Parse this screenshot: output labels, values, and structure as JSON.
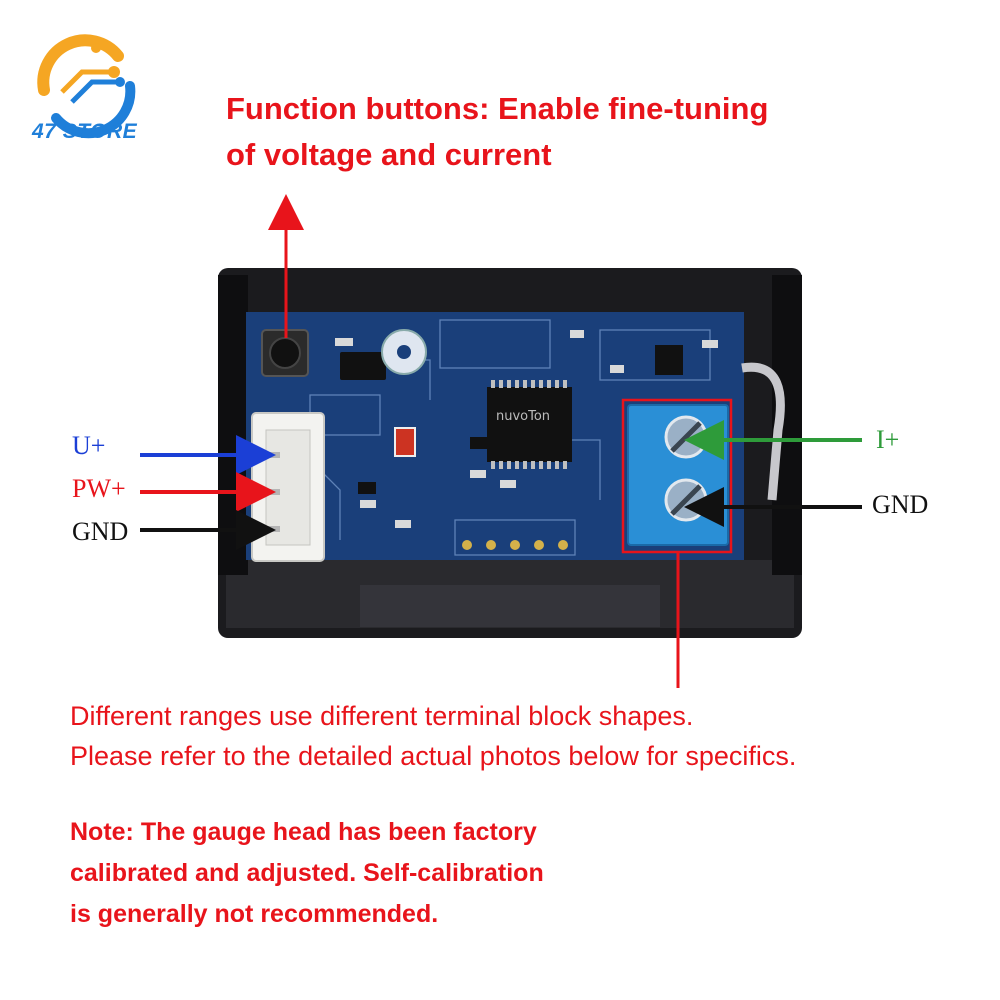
{
  "brand": {
    "logo_text": "47 STORE",
    "colors": {
      "primary": "#1f7fd9",
      "accent": "#f5a623"
    }
  },
  "headline": {
    "line1": "Function buttons: Enable fine-tuning",
    "line2": "of voltage and current"
  },
  "chip_label": "nuvoTon",
  "wires": {
    "u_plus": "U+",
    "pw_plus": "PW+",
    "gnd_left": "GND",
    "i_plus": "I+",
    "gnd_right": "GND"
  },
  "ranges_note": {
    "line1": "Different ranges use different terminal block shapes.",
    "line2": "Please refer to the detailed actual photos below for specifics."
  },
  "calibration_note": {
    "line1": "Note: The gauge head has been factory",
    "line2": "calibrated and adjusted. Self-calibration",
    "line3": "is generally not recommended."
  },
  "colors": {
    "red": "#e8141b",
    "blue_wire": "#1b3fd6",
    "green_wire": "#2e9b3a",
    "pcb": "#1a3f7a",
    "terminal": "#2a8fd6"
  }
}
